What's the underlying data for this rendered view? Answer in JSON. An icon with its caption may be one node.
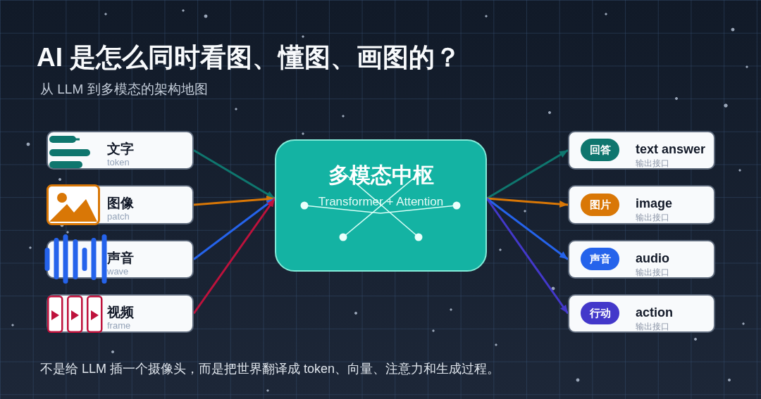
{
  "diagram": {
    "title": "AI 是怎么同时看图、懂图、画图的？",
    "caption": "不是给 LLM 插一个摄像头，而是把世界翻译成 token、向量、注意力和生成过程。",
    "nodes": [
      {
        "text": [
          "文字",
          "token"
        ]
      },
      {
        "text": [
          "图像",
          "patch"
        ]
      },
      {
        "text": [
          "声音",
          "wave"
        ]
      },
      {
        "text": [
          "视频",
          "frame"
        ]
      },
      {
        "text": [
          "多模态中枢",
          "Transformer + Attention"
        ]
      },
      {
        "text": [
          "text answer",
          "输出接口"
        ]
      },
      {
        "text": [
          "回答"
        ],
        "in": 5
      },
      {
        "text": [
          "image",
          "输出接口"
        ]
      },
      {
        "text": [
          "图片"
        ],
        "in": 7
      },
      {
        "text": [
          "audio",
          "输出接口"
        ]
      },
      {
        "text": [
          "声音"
        ],
        "in": 9
      },
      {
        "text": [
          "action",
          "输出接口"
        ]
      },
      {
        "text": [
          "行动"
        ],
        "in": 11
      }
    ],
    "edges": [
      {
        "from": 0,
        "to": 4,
        "arrow": "to",
        "color": "#0f766e"
      },
      {
        "from": 1,
        "to": 4,
        "arrow": "to",
        "color": "#d97706"
      },
      {
        "from": 2,
        "to": 4,
        "arrow": "to",
        "color": "#2563eb"
      },
      {
        "from": 3,
        "to": 4,
        "arrow": "to",
        "color": "#be123c"
      },
      {
        "from": 4,
        "to": 5,
        "arrow": "to",
        "color": "#0f766e"
      },
      {
        "from": 4,
        "to": 7,
        "arrow": "to",
        "color": "#d97706"
      },
      {
        "from": 4,
        "to": 9,
        "arrow": "to",
        "color": "#2563eb"
      },
      {
        "from": 4,
        "to": 11,
        "arrow": "to",
        "color": "#4338ca"
      }
    ],
    "labels": [
      "从 LLM 到多模态的架构地图"
    ]
  }
}
